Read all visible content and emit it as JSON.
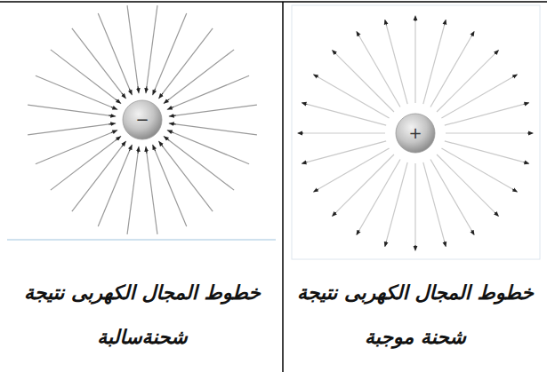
{
  "diagram": {
    "nodes": [
      {
        "text": [
          "+"
        ]
      },
      {
        "text": [
          "−"
        ]
      }
    ],
    "labels": [
      "خطوط المجال الكهربى نتيجة شحنة موجبة",
      "خطوط المجال الكهربى نتيجة شحنةسالبة"
    ]
  }
}
